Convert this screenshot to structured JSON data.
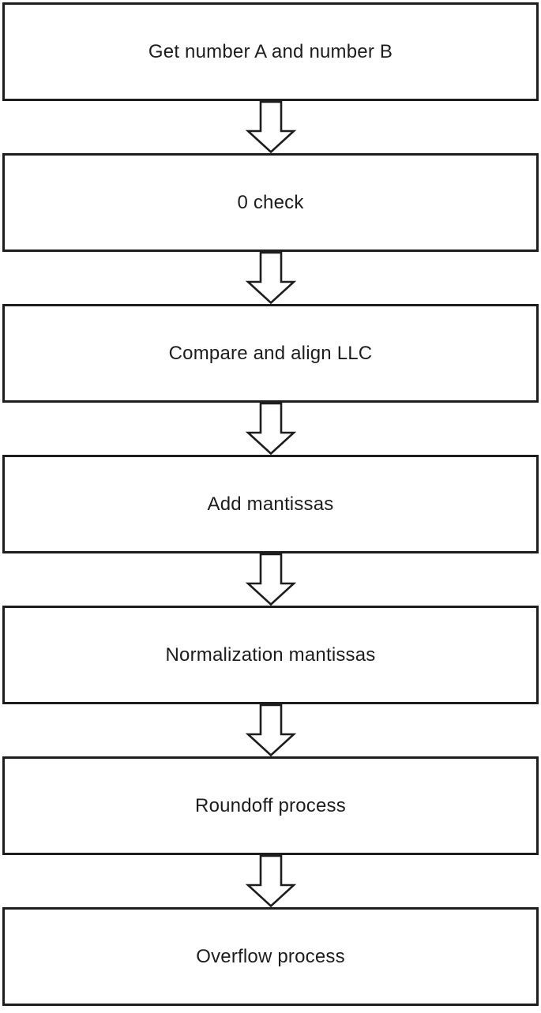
{
  "diagram": {
    "type": "flowchart",
    "direction": "top-down",
    "connector": "down-block-arrow",
    "steps": [
      {
        "label": "Get number A and number B"
      },
      {
        "label": "0 check"
      },
      {
        "label": "Compare and align LLC"
      },
      {
        "label": "Add mantissas"
      },
      {
        "label": "Normalization mantissas"
      },
      {
        "label": "Roundoff process"
      },
      {
        "label": "Overflow process"
      }
    ],
    "colors": {
      "background": "#ffffff",
      "box_fill": "#ffffff",
      "box_border": "#1d1d1d",
      "text": "#1d1d1d",
      "arrow_fill": "#ffffff",
      "arrow_outline": "#1d1d1d"
    }
  }
}
